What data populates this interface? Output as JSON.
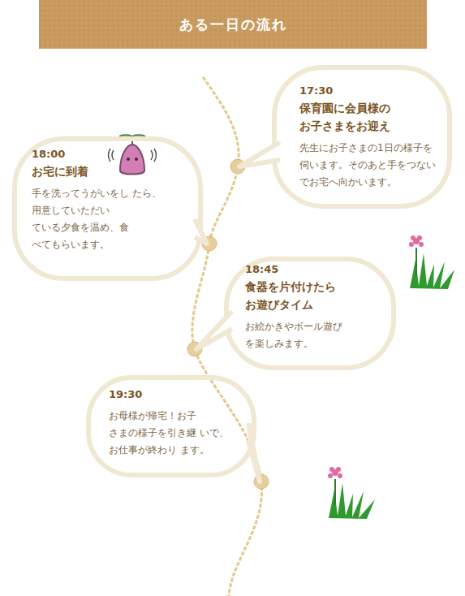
{
  "diagram": {
    "title": "ある一日の流れ",
    "nodes": [
      {
        "text": [
          "17:30",
          "保育園に会員様の お子さまをお迎え",
          "先生にお子さまの1日の様子を 伺います。そのあと手をつない でお宅へ向かいます。"
        ]
      },
      {
        "text": [
          "18:00",
          "お宅に到着",
          "手を洗ってうがいをし たら、用意していただい ている夕食を温め、食 べてもらいます。"
        ]
      },
      {
        "text": [
          "18:45",
          "食器を片付けたら お遊びタイム",
          "お絵かきやボール遊び を楽しみます。"
        ]
      },
      {
        "text": [
          "19:30",
          "お母様が帰宅！お子 さまの様子を引き継 いで、お仕事が終わり ます。"
        ]
      }
    ]
  }
}
